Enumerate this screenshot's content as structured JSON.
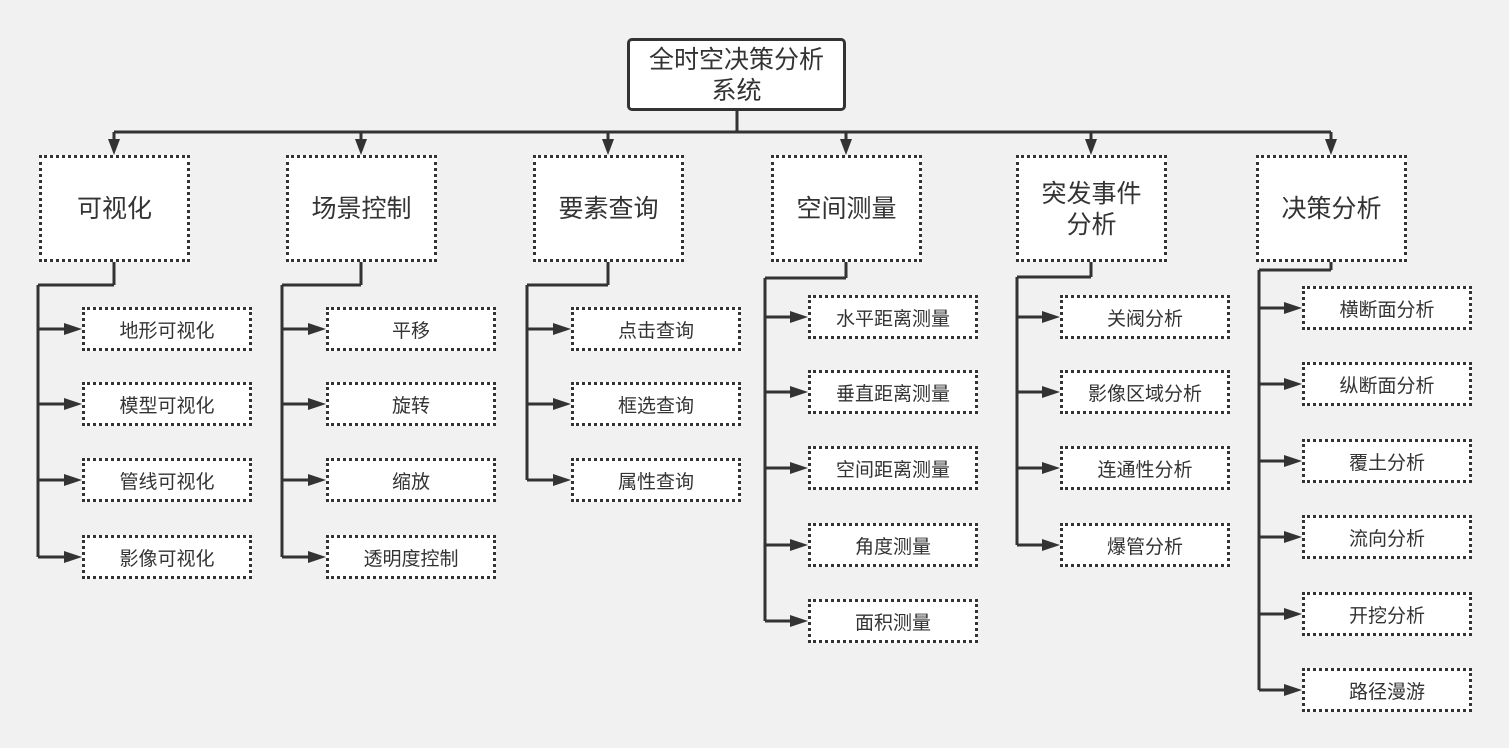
{
  "root": "全时空决策分析系统",
  "categories": [
    {
      "name": "可视化",
      "children": [
        "地形可视化",
        "模型可视化",
        "管线可视化",
        "影像可视化"
      ]
    },
    {
      "name": "场景控制",
      "children": [
        "平移",
        "旋转",
        "缩放",
        "透明度控制"
      ]
    },
    {
      "name": "要素查询",
      "children": [
        "点击查询",
        "框选查询",
        "属性查询"
      ]
    },
    {
      "name": "空间测量",
      "children": [
        "水平距离测量",
        "垂直距离测量",
        "空间距离测量",
        "角度测量",
        "面积测量"
      ]
    },
    {
      "name": "突发事件分析",
      "children": [
        "关阀分析",
        "影像区域分析",
        "连通性分析",
        "爆管分析"
      ]
    },
    {
      "name": "决策分析",
      "children": [
        "横断面分析",
        "纵断面分析",
        "覆土分析",
        "流向分析",
        "开挖分析",
        "路径漫游"
      ]
    }
  ]
}
